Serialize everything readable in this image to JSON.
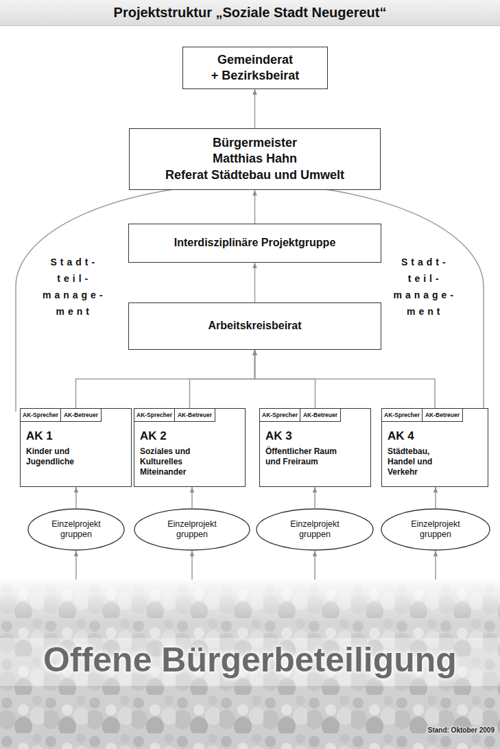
{
  "diagram": {
    "title": "Projektstruktur „Soziale Stadt Neugereut“",
    "nodes": [
      {
        "text": [
          "Gemeinderat",
          "+ Bezirksbeirat"
        ]
      },
      {
        "text": [
          "Bürgermeister",
          "Matthias Hahn",
          "Referat Städtebau und Umwelt"
        ]
      },
      {
        "text": [
          "Stadt- teil- manage- ment",
          "Stadt- teil- manage- ment"
        ]
      },
      {
        "text": [
          "Interdisziplinäre Projektgruppe"
        ],
        "in": 2
      },
      {
        "text": [
          "Arbeitskreisbeirat"
        ],
        "in": 2
      },
      {
        "text": [
          "AK 1",
          "Kinder und Jugendliche"
        ]
      },
      {
        "text": [
          "AK-Sprecher"
        ],
        "in": 5
      },
      {
        "text": [
          "AK-Betreuer"
        ],
        "in": 5
      },
      {
        "text": [
          "AK 2",
          "Soziales und Kulturelles Miteinander"
        ]
      },
      {
        "text": [
          "AK-Sprecher"
        ],
        "in": 8
      },
      {
        "text": [
          "AK-Betreuer"
        ],
        "in": 8
      },
      {
        "text": [
          "AK 3",
          "Öffentlicher Raum und Freiraum"
        ]
      },
      {
        "text": [
          "AK-Sprecher"
        ],
        "in": 11
      },
      {
        "text": [
          "AK-Betreuer"
        ],
        "in": 11
      },
      {
        "text": [
          "AK 4",
          "Städtebau, Handel und Verkehr"
        ]
      },
      {
        "text": [
          "AK-Sprecher"
        ],
        "in": 14
      },
      {
        "text": [
          "AK-Betreuer"
        ],
        "in": 14
      },
      {
        "text": [
          "Einzelprojekt gruppen"
        ]
      },
      {
        "text": [
          "Einzelprojekt gruppen"
        ]
      },
      {
        "text": [
          "Einzelprojekt gruppen"
        ]
      },
      {
        "text": [
          "Einzelprojekt gruppen"
        ]
      },
      {
        "text": [
          "Offene Bürgerbeteiligung",
          "Stand: Oktober 2009"
        ]
      }
    ],
    "edges": [
      {
        "from": 1,
        "to": 0,
        "arrow": "to"
      },
      {
        "from": 3,
        "to": 1,
        "arrow": "to"
      },
      {
        "from": 4,
        "to": 3,
        "arrow": "to"
      },
      {
        "from": 5,
        "to": 4,
        "arrow": "to"
      },
      {
        "from": 8,
        "to": 4,
        "arrow": "to"
      },
      {
        "from": 11,
        "to": 4,
        "arrow": "to"
      },
      {
        "from": 14,
        "to": 4,
        "arrow": "to"
      },
      {
        "from": 17,
        "to": 5,
        "arrow": "to"
      },
      {
        "from": 18,
        "to": 8,
        "arrow": "to"
      },
      {
        "from": 19,
        "to": 11,
        "arrow": "to"
      },
      {
        "from": 20,
        "to": 14,
        "arrow": "to"
      },
      {
        "from": 21,
        "to": 17,
        "arrow": "to"
      },
      {
        "from": 21,
        "to": 18,
        "arrow": "to"
      },
      {
        "from": 21,
        "to": 19,
        "arrow": "to"
      },
      {
        "from": 21,
        "to": 20,
        "arrow": "to"
      }
    ]
  }
}
